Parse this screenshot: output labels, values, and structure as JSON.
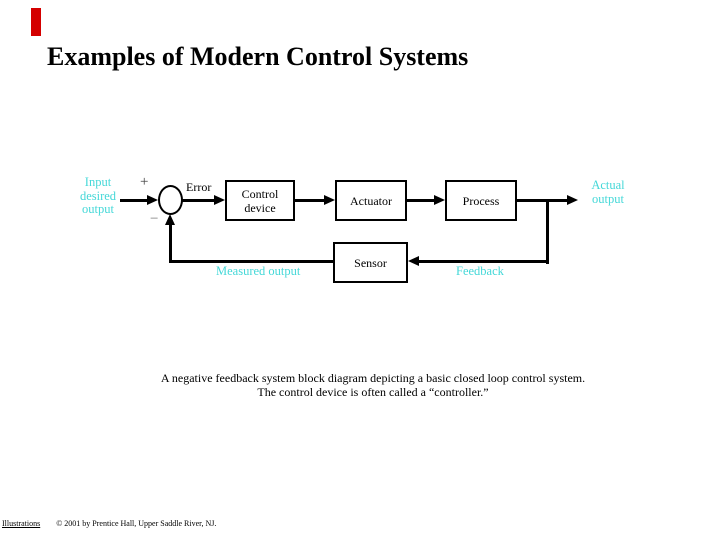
{
  "title": "Examples of Modern Control Systems",
  "colors": {
    "accent_bar": "#d40000",
    "signal_label": "#45d8d8",
    "line": "#000000",
    "background": "#ffffff"
  },
  "diagram": {
    "input_label": {
      "line1": "Input",
      "line2": "desired",
      "line3": "output"
    },
    "plus_sign": "+",
    "minus_sign": "−",
    "error_label": "Error",
    "blocks": {
      "control_device": {
        "line1": "Control",
        "line2": "device"
      },
      "actuator": "Actuator",
      "process": "Process",
      "sensor": "Sensor"
    },
    "output_label": {
      "line1": "Actual",
      "line2": "output"
    },
    "measured_output_label": "Measured output",
    "feedback_label": "Feedback"
  },
  "caption": {
    "line1": "A negative feedback system block diagram depicting a basic closed loop control system.",
    "line2": "The control device is often called a “controller.”"
  },
  "footer": {
    "illustrations_link": "Illustrations",
    "copyright": "© 2001 by Prentice Hall, Upper Saddle River, NJ."
  }
}
